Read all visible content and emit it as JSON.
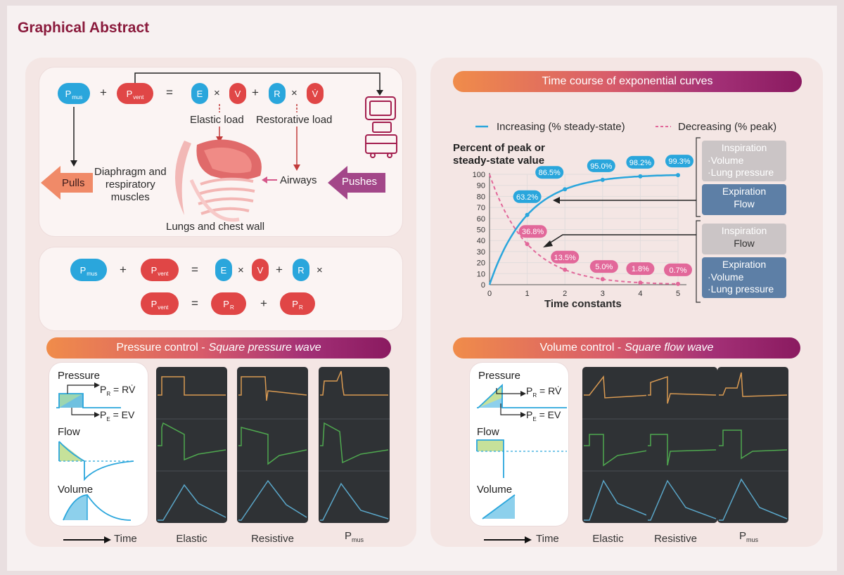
{
  "title": "Graphical Abstract",
  "equation_motion": {
    "pmus": "P",
    "pmus_sub": "mus",
    "pvent": "P",
    "pvent_sub": "vent",
    "plus": "+",
    "equals": "=",
    "times": "×",
    "E": "E",
    "V": "V",
    "R": "R",
    "Vdot": "V̇",
    "elastic_load": "Elastic load",
    "restorative_load": "Restorative load",
    "diaphragm": "Diaphragm and\nrespiratory\nmuscles",
    "airways": "Airways",
    "lungs": "Lungs and chest wall",
    "pulls": "Pulls",
    "pushes": "Pushes"
  },
  "equation2": {
    "pR_sub": "R",
    "pE_sub": "R"
  },
  "pressure_control": {
    "banner_main": "Pressure control -",
    "banner_ital": "Square pressure wave",
    "pressure": "Pressure",
    "pr_eq": "P",
    "pr_sub": "R",
    "pr_rhs": "= RV̇",
    "pe_sub": "E",
    "pe_rhs": "= EV",
    "flow": "Flow",
    "volume": "Volume",
    "time": "Time",
    "cols": [
      "Elastic",
      "Resistive",
      "P"
    ],
    "pmus_sub": "mus"
  },
  "volume_control": {
    "banner_main": "Volume control -",
    "banner_ital": "Square flow wave",
    "pressure": "Pressure",
    "flow": "Flow",
    "volume": "Volume",
    "time": "Time",
    "cols": [
      "Elastic",
      "Resistive",
      "P"
    ],
    "pmus_sub": "mus"
  },
  "exp_curves": {
    "banner": "Time course of exponential curves",
    "legend_inc": "Increasing (% steady-state)",
    "legend_dec": "Decreasing (% peak)",
    "ylabel": "Percent of peak or steady-state value",
    "xlabel": "Time constants",
    "inc_labels": [
      "63.2%",
      "86.5%",
      "95.0%",
      "98.2%",
      "99.3%"
    ],
    "dec_labels": [
      "36.8%",
      "13.5%",
      "5.0%",
      "1.8%",
      "0.7%"
    ],
    "box1": {
      "title": "Inspiration",
      "items": [
        "Volume",
        "Lung pressure"
      ]
    },
    "box2": {
      "title": "Expiration",
      "sub": "Flow"
    },
    "box3": {
      "title": "Inspiration",
      "sub": "Flow"
    },
    "box4": {
      "title": "Expiration",
      "items": [
        "Volume",
        "Lung pressure"
      ]
    }
  },
  "chart_data": {
    "type": "line",
    "x": [
      0,
      1,
      2,
      3,
      4,
      5
    ],
    "series": [
      {
        "name": "Increasing (% steady-state)",
        "values": [
          0,
          63.2,
          86.5,
          95.0,
          98.2,
          99.3
        ],
        "color": "#2aa6dc"
      },
      {
        "name": "Decreasing (% peak)",
        "values": [
          100,
          36.8,
          13.5,
          5.0,
          1.8,
          0.7
        ],
        "color": "#e2689a"
      }
    ],
    "xlabel": "Time constants",
    "ylabel": "Percent of peak or steady-state value",
    "xlim": [
      0,
      5
    ],
    "ylim": [
      0,
      100
    ],
    "yticks": [
      0,
      10,
      20,
      30,
      40,
      50,
      60,
      70,
      80,
      90,
      100
    ],
    "xticks": [
      0,
      1,
      2,
      3,
      4,
      5
    ],
    "grid": true,
    "legend": "top"
  },
  "colors": {
    "blue": "#2aa6dc",
    "red": "#e04646",
    "pink": "#e2689a",
    "title": "#8a1a3c",
    "trace_orange": "#d99a52",
    "trace_green": "#4fa84f",
    "trace_blue": "#5aa6c8"
  }
}
